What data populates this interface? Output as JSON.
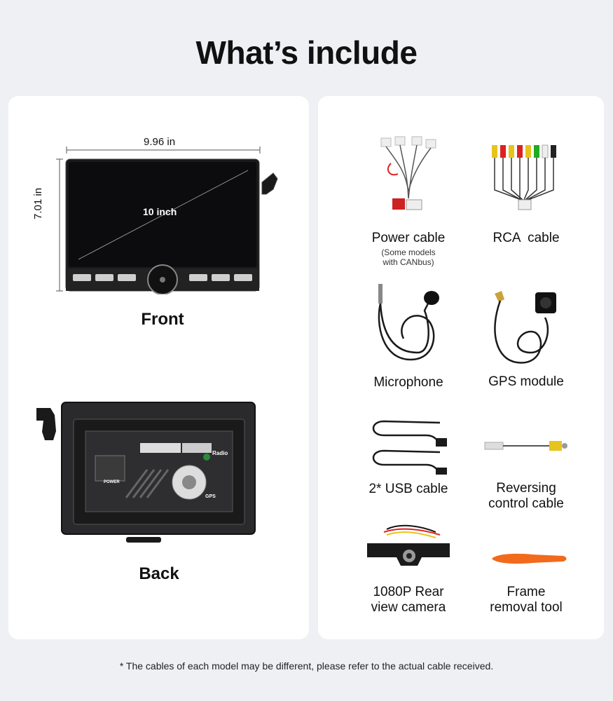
{
  "title": "What’s include",
  "front": {
    "width_label": "9.96 in",
    "height_label": "7.01 in",
    "screen_label": "10 inch",
    "view_label": "Front"
  },
  "back": {
    "view_label": "Back",
    "radio_label": "Radio",
    "power_label": "POWER",
    "gps_label": "GPS"
  },
  "items": [
    {
      "label": "Power cable",
      "note": "(Some models\nwith CANbus)",
      "icon": "power-cable"
    },
    {
      "label": "RCA  cable",
      "icon": "rca-cable"
    },
    {
      "label": "Microphone",
      "icon": "microphone"
    },
    {
      "label": "GPS module",
      "icon": "gps-module"
    },
    {
      "label": "2* USB cable",
      "icon": "usb-cable"
    },
    {
      "label": "Reversing\ncontrol cable",
      "icon": "reversing-cable"
    },
    {
      "label": "1080P Rear\nview camera",
      "icon": "rear-camera"
    },
    {
      "label": "Frame\nremoval tool",
      "icon": "removal-tool"
    }
  ],
  "footnote": "* The cables of each model may be different, please refer to the actual cable received.",
  "colors": {
    "background": "#eef0f3",
    "card": "#ffffff",
    "tool_orange": "#f26a1b"
  }
}
